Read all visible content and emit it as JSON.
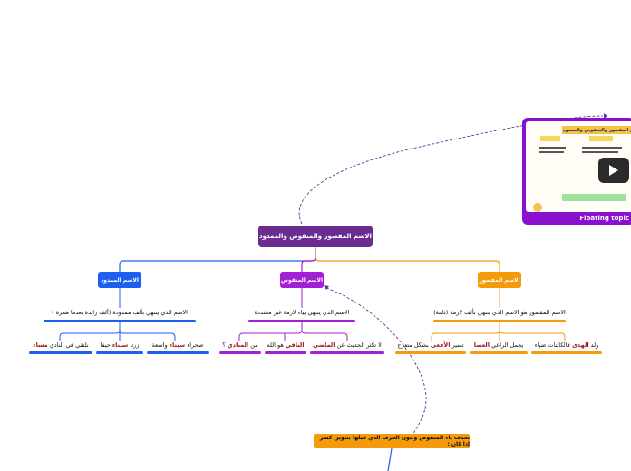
{
  "root": {
    "label": "الاسم المقصور والمنقوص والممدود"
  },
  "branches": {
    "mamdud": {
      "label": "الاسم الممدود",
      "definition": "الاسم الذي ينتهي بألف ممدودة  (ألف زائدة بعدها همزة )",
      "examples": [
        {
          "pre": "صحراء ",
          "hl": "سيناء",
          "post": " واسعة"
        },
        {
          "pre": "زرنا ",
          "hl": "سيناء",
          "post": " حيفا"
        },
        {
          "pre": "نلتقي في النادي ",
          "hl": "مساء",
          "post": ""
        }
      ]
    },
    "manqus": {
      "label": "الاسم المنقوص",
      "definition": "الاسم الذي ينتهي بياء لازمة غير مشددة",
      "examples": [
        {
          "pre": "لا تكثر الحديث عن ",
          "hl": "الماضي",
          "post": ""
        },
        {
          "pre": "",
          "hl": "الباقي",
          "post": " هو الله"
        },
        {
          "pre": "من ",
          "hl": "المنادي",
          "post": " ؟"
        }
      ]
    },
    "maqsur": {
      "label": "الاسم المقصور",
      "definition": "الاسم المقصور هو الاسم الذي ينتهي بألف لازمة (ثابتة)",
      "examples": [
        {
          "pre": "تسير ",
          "hl": "الأفعى",
          "post": " بشكل متعرج"
        },
        {
          "pre": "يحمل الراعي ",
          "hl": "العصا",
          "post": ""
        },
        {
          "pre": "ولد ",
          "hl": "الهدى",
          "post": " فالكائنات ضياء"
        }
      ]
    }
  },
  "note": "تحذف ياء المنقوص وينون الحرف الذي قبلها بتنوين كسر إذا كان :",
  "floating_card": {
    "label": "Floating topic",
    "title": "الاسم المقصور والمنقوص والممدود"
  },
  "colors": {
    "root": "#6b2c91",
    "blue": "#1e5ef0",
    "purple": "#a21fd6",
    "orange": "#f59a0b",
    "highlight": "#a01818"
  }
}
